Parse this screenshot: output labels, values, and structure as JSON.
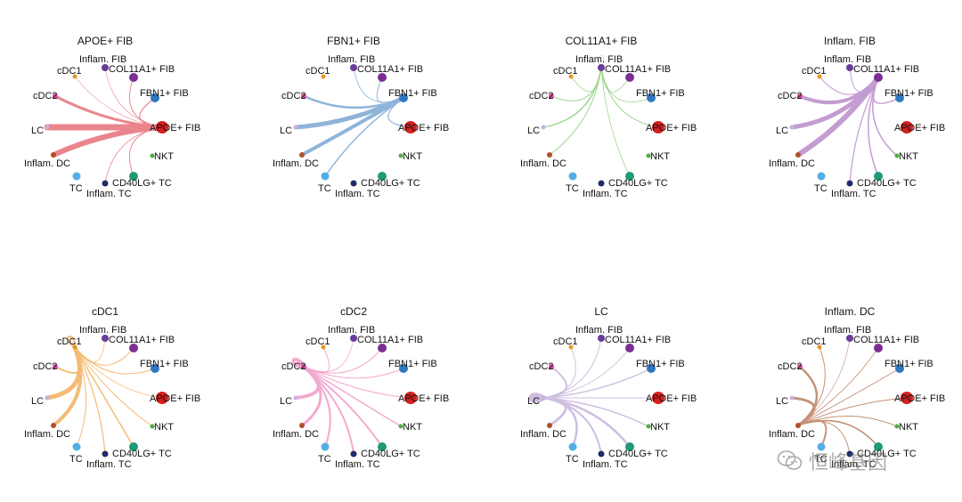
{
  "figure": {
    "panels": [
      {
        "title": "APOE+ FIB",
        "source": "APOE+ FIB",
        "color": "#e8707a",
        "edges": [
          {
            "target": "cDC1",
            "weight": 0.6
          },
          {
            "target": "cDC2",
            "weight": 3
          },
          {
            "target": "LC",
            "weight": 7
          },
          {
            "target": "Inflam. DC",
            "weight": 6
          },
          {
            "target": "Inflam. FIB",
            "weight": 1
          },
          {
            "target": "COL11A1+ FIB",
            "weight": 0.6
          },
          {
            "target": "FBN1+ FIB",
            "weight": 1.2
          },
          {
            "target": "CD40LG+ TC",
            "weight": 1
          },
          {
            "target": "Inflam. TC",
            "weight": 0.8
          }
        ]
      },
      {
        "title": "FBN1+ FIB",
        "source": "FBN1+ FIB",
        "color": "#7ba7d3",
        "edges": [
          {
            "target": "cDC2",
            "weight": 2.5
          },
          {
            "target": "LC",
            "weight": 5
          },
          {
            "target": "Inflam. DC",
            "weight": 4
          },
          {
            "target": "Inflam. FIB",
            "weight": 1
          },
          {
            "target": "COL11A1+ FIB",
            "weight": 0.8
          },
          {
            "target": "APOE+ FIB",
            "weight": 1.2
          },
          {
            "target": "TC",
            "weight": 1.5
          }
        ]
      },
      {
        "title": "COL11A1+ FIB",
        "source": "COL11A1+ FIB",
        "color": "#8ccf7e",
        "edges": [
          {
            "target": "cDC1",
            "weight": 0.8
          },
          {
            "target": "cDC2",
            "weight": 1
          },
          {
            "target": "LC",
            "weight": 1.5
          },
          {
            "target": "Inflam. DC",
            "weight": 1
          },
          {
            "target": "Inflam. FIB",
            "weight": 0.8
          },
          {
            "target": "FBN1+ FIB",
            "weight": 0.8
          },
          {
            "target": "APOE+ FIB",
            "weight": 1
          },
          {
            "target": "CD40LG+ TC",
            "weight": 0.8
          },
          {
            "target": "COL11A1+ FIB",
            "weight": 0.6
          }
        ]
      },
      {
        "title": "Inflam. FIB",
        "source": "Inflam. FIB",
        "color": "#b98ccb",
        "edges": [
          {
            "target": "cDC1",
            "weight": 1
          },
          {
            "target": "cDC2",
            "weight": 4
          },
          {
            "target": "LC",
            "weight": 5
          },
          {
            "target": "Inflam. DC",
            "weight": 6
          },
          {
            "target": "COL11A1+ FIB",
            "weight": 1
          },
          {
            "target": "FBN1+ FIB",
            "weight": 1.5
          },
          {
            "target": "NKT",
            "weight": 1.5
          },
          {
            "target": "CD40LG+ TC",
            "weight": 1.5
          },
          {
            "target": "Inflam. TC",
            "weight": 1.2
          }
        ]
      },
      {
        "title": "cDC1",
        "source": "cDC1",
        "color": "#f2b05c",
        "edges": [
          {
            "target": "cDC1",
            "weight": 2
          },
          {
            "target": "cDC2",
            "weight": 2
          },
          {
            "target": "LC",
            "weight": 5
          },
          {
            "target": "Inflam. DC",
            "weight": 4
          },
          {
            "target": "Inflam. FIB",
            "weight": 1
          },
          {
            "target": "COL11A1+ FIB",
            "weight": 0.8
          },
          {
            "target": "FBN1+ FIB",
            "weight": 1
          },
          {
            "target": "APOE+ FIB",
            "weight": 0.8
          },
          {
            "target": "NKT",
            "weight": 1
          },
          {
            "target": "CD40LG+ TC",
            "weight": 1.5
          },
          {
            "target": "Inflam. TC",
            "weight": 1.2
          },
          {
            "target": "TC",
            "weight": 1
          }
        ]
      },
      {
        "title": "cDC2",
        "source": "cDC2",
        "color": "#f29bc8",
        "edges": [
          {
            "target": "cDC2",
            "weight": 4
          },
          {
            "target": "cDC1",
            "weight": 1
          },
          {
            "target": "LC",
            "weight": 4
          },
          {
            "target": "Inflam. DC",
            "weight": 3
          },
          {
            "target": "Inflam. FIB",
            "weight": 1
          },
          {
            "target": "COL11A1+ FIB",
            "weight": 0.8
          },
          {
            "target": "FBN1+ FIB",
            "weight": 1
          },
          {
            "target": "APOE+ FIB",
            "weight": 1
          },
          {
            "target": "NKT",
            "weight": 1.5
          },
          {
            "target": "CD40LG+ TC",
            "weight": 2
          },
          {
            "target": "Inflam. TC",
            "weight": 2
          },
          {
            "target": "TC",
            "weight": 2
          }
        ]
      },
      {
        "title": "LC",
        "source": "LC",
        "color": "#c6b4dc",
        "edges": [
          {
            "target": "LC",
            "weight": 6
          },
          {
            "target": "cDC1",
            "weight": 1
          },
          {
            "target": "cDC2",
            "weight": 2
          },
          {
            "target": "Inflam. DC",
            "weight": 3
          },
          {
            "target": "Inflam. FIB",
            "weight": 1
          },
          {
            "target": "COL11A1+ FIB",
            "weight": 1
          },
          {
            "target": "FBN1+ FIB",
            "weight": 1.5
          },
          {
            "target": "APOE+ FIB",
            "weight": 1
          },
          {
            "target": "NKT",
            "weight": 1.5
          },
          {
            "target": "CD40LG+ TC",
            "weight": 2.5
          },
          {
            "target": "Inflam. TC",
            "weight": 2
          },
          {
            "target": "TC",
            "weight": 2.5
          }
        ]
      },
      {
        "title": "Inflam. DC",
        "source": "Inflam. DC",
        "color": "#b97f60",
        "edges": [
          {
            "target": "cDC1",
            "weight": 1
          },
          {
            "target": "cDC2",
            "weight": 2.5
          },
          {
            "target": "LC",
            "weight": 3
          },
          {
            "target": "Inflam. FIB",
            "weight": 0.8
          },
          {
            "target": "COL11A1+ FIB",
            "weight": 0.6
          },
          {
            "target": "FBN1+ FIB",
            "weight": 1
          },
          {
            "target": "APOE+ FIB",
            "weight": 1
          },
          {
            "target": "NKT",
            "weight": 1
          },
          {
            "target": "CD40LG+ TC",
            "weight": 1.5
          },
          {
            "target": "TC",
            "weight": 2
          },
          {
            "target": "Inflam. TC",
            "weight": 1
          }
        ]
      }
    ],
    "nodes": [
      {
        "name": "Inflam. FIB",
        "color": "#7b2f93",
        "size": 5
      },
      {
        "name": "COL11A1+ FIB",
        "color": "#6a3d9a",
        "size": 4
      },
      {
        "name": "FBN1+ FIB",
        "color": "#2f78bf",
        "size": 5
      },
      {
        "name": "APOE+ FIB",
        "color": "#d42020",
        "size": 7
      },
      {
        "name": "NKT",
        "color": "#4caf3c",
        "size": 2.5
      },
      {
        "name": "CD40LG+ TC",
        "color": "#1e9a76",
        "size": 5
      },
      {
        "name": "Inflam. TC",
        "color": "#1f2b6b",
        "size": 3.5
      },
      {
        "name": "TC",
        "color": "#53aee3",
        "size": 4.5
      },
      {
        "name": "Inflam. DC",
        "color": "#b0502a",
        "size": 3
      },
      {
        "name": "LC",
        "color": "#c7b2de",
        "size": 2.5
      },
      {
        "name": "cDC2",
        "color": "#d94aa0",
        "size": 3
      },
      {
        "name": "cDC1",
        "color": "#e8961e",
        "size": 2.5
      }
    ]
  },
  "watermark": {
    "text": "恒峰基因"
  }
}
